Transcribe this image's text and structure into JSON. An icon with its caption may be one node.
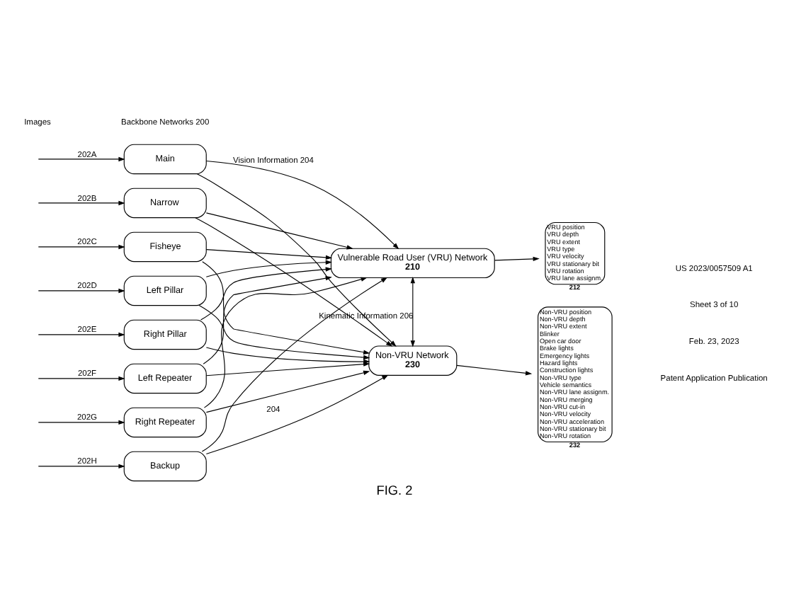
{
  "diagram": {
    "caption": "FIG. 2",
    "nodes": [
      {
        "text": [
          "Main"
        ]
      },
      {
        "text": [
          "Narrow"
        ]
      },
      {
        "text": [
          "Fisheye"
        ]
      },
      {
        "text": [
          "Left Pillar"
        ]
      },
      {
        "text": [
          "Right Pillar"
        ]
      },
      {
        "text": [
          "Left Repeater"
        ]
      },
      {
        "text": [
          "Right Repeater"
        ]
      },
      {
        "text": [
          "Backup"
        ]
      },
      {
        "text": [
          "Vulnerable Road User (VRU) Network",
          "210"
        ]
      },
      {
        "text": [
          "Non-VRU Network",
          "230"
        ]
      },
      {
        "text": [
          "VRU position",
          "VRU depth",
          "VRU extent",
          "VRU type",
          "VRU velocity",
          "VRU stationary bit",
          "VRU rotation",
          "VRU lane assignm."
        ],
        "beside": [
          "212"
        ]
      },
      {
        "text": [
          "Non-VRU position",
          "Non-VRU depth",
          "Non-VRU extent",
          "Blinker",
          "Open car door",
          "Brake lights",
          "Emergency lights",
          "Hazard lights",
          "Construction lights",
          "Non-VRU type",
          "Vehicle semantics",
          "Non-VRU lane assignm.",
          "Non-VRU merging",
          "Non-VRU cut-in",
          "Non-VRU velocity",
          "Non-VRU acceleration",
          "Non-VRU stationary bit",
          "Non-VRU rotation"
        ],
        "beside": [
          "232"
        ]
      }
    ],
    "edges": [
      {
        "from": null,
        "to": 0,
        "arrow": "to",
        "label": "202A"
      },
      {
        "from": null,
        "to": 1,
        "arrow": "to",
        "label": "202B"
      },
      {
        "from": null,
        "to": 2,
        "arrow": "to",
        "label": "202C"
      },
      {
        "from": null,
        "to": 3,
        "arrow": "to",
        "label": "202D"
      },
      {
        "from": null,
        "to": 4,
        "arrow": "to",
        "label": "202E"
      },
      {
        "from": null,
        "to": 5,
        "arrow": "to",
        "label": "202F"
      },
      {
        "from": null,
        "to": 6,
        "arrow": "to",
        "label": "202G"
      },
      {
        "from": null,
        "to": 7,
        "arrow": "to",
        "label": "202H"
      },
      {
        "from": 0,
        "to": 8,
        "arrow": "to",
        "label": "Vision Information 204"
      },
      {
        "from": 1,
        "to": 8,
        "arrow": "to"
      },
      {
        "from": 2,
        "to": 8,
        "arrow": "to"
      },
      {
        "from": 3,
        "to": 8,
        "arrow": "to"
      },
      {
        "from": 4,
        "to": 8,
        "arrow": "to"
      },
      {
        "from": 5,
        "to": 8,
        "arrow": "to"
      },
      {
        "from": 6,
        "to": 8,
        "arrow": "to"
      },
      {
        "from": 7,
        "to": 8,
        "arrow": "to"
      },
      {
        "from": 0,
        "to": 9,
        "arrow": "to"
      },
      {
        "from": 1,
        "to": 9,
        "arrow": "to"
      },
      {
        "from": 2,
        "to": 9,
        "arrow": "to"
      },
      {
        "from": 3,
        "to": 9,
        "arrow": "to"
      },
      {
        "from": 4,
        "to": 9,
        "arrow": "to"
      },
      {
        "from": 5,
        "to": 9,
        "arrow": "to"
      },
      {
        "from": 6,
        "to": 9,
        "arrow": "to"
      },
      {
        "from": 7,
        "to": 9,
        "arrow": "to",
        "label": "204"
      },
      {
        "from": 8,
        "to": 9,
        "arrow": "both",
        "label": "Kinematic Information 206"
      },
      {
        "from": 8,
        "to": 10,
        "arrow": "to"
      },
      {
        "from": 9,
        "to": 11,
        "arrow": "to"
      }
    ],
    "labels": [
      "Images",
      "Backbone Networks 200",
      "Patent Application Publication",
      "Feb. 23, 2023",
      "Sheet 3 of 10",
      "US 2023/0057509 A1"
    ]
  }
}
